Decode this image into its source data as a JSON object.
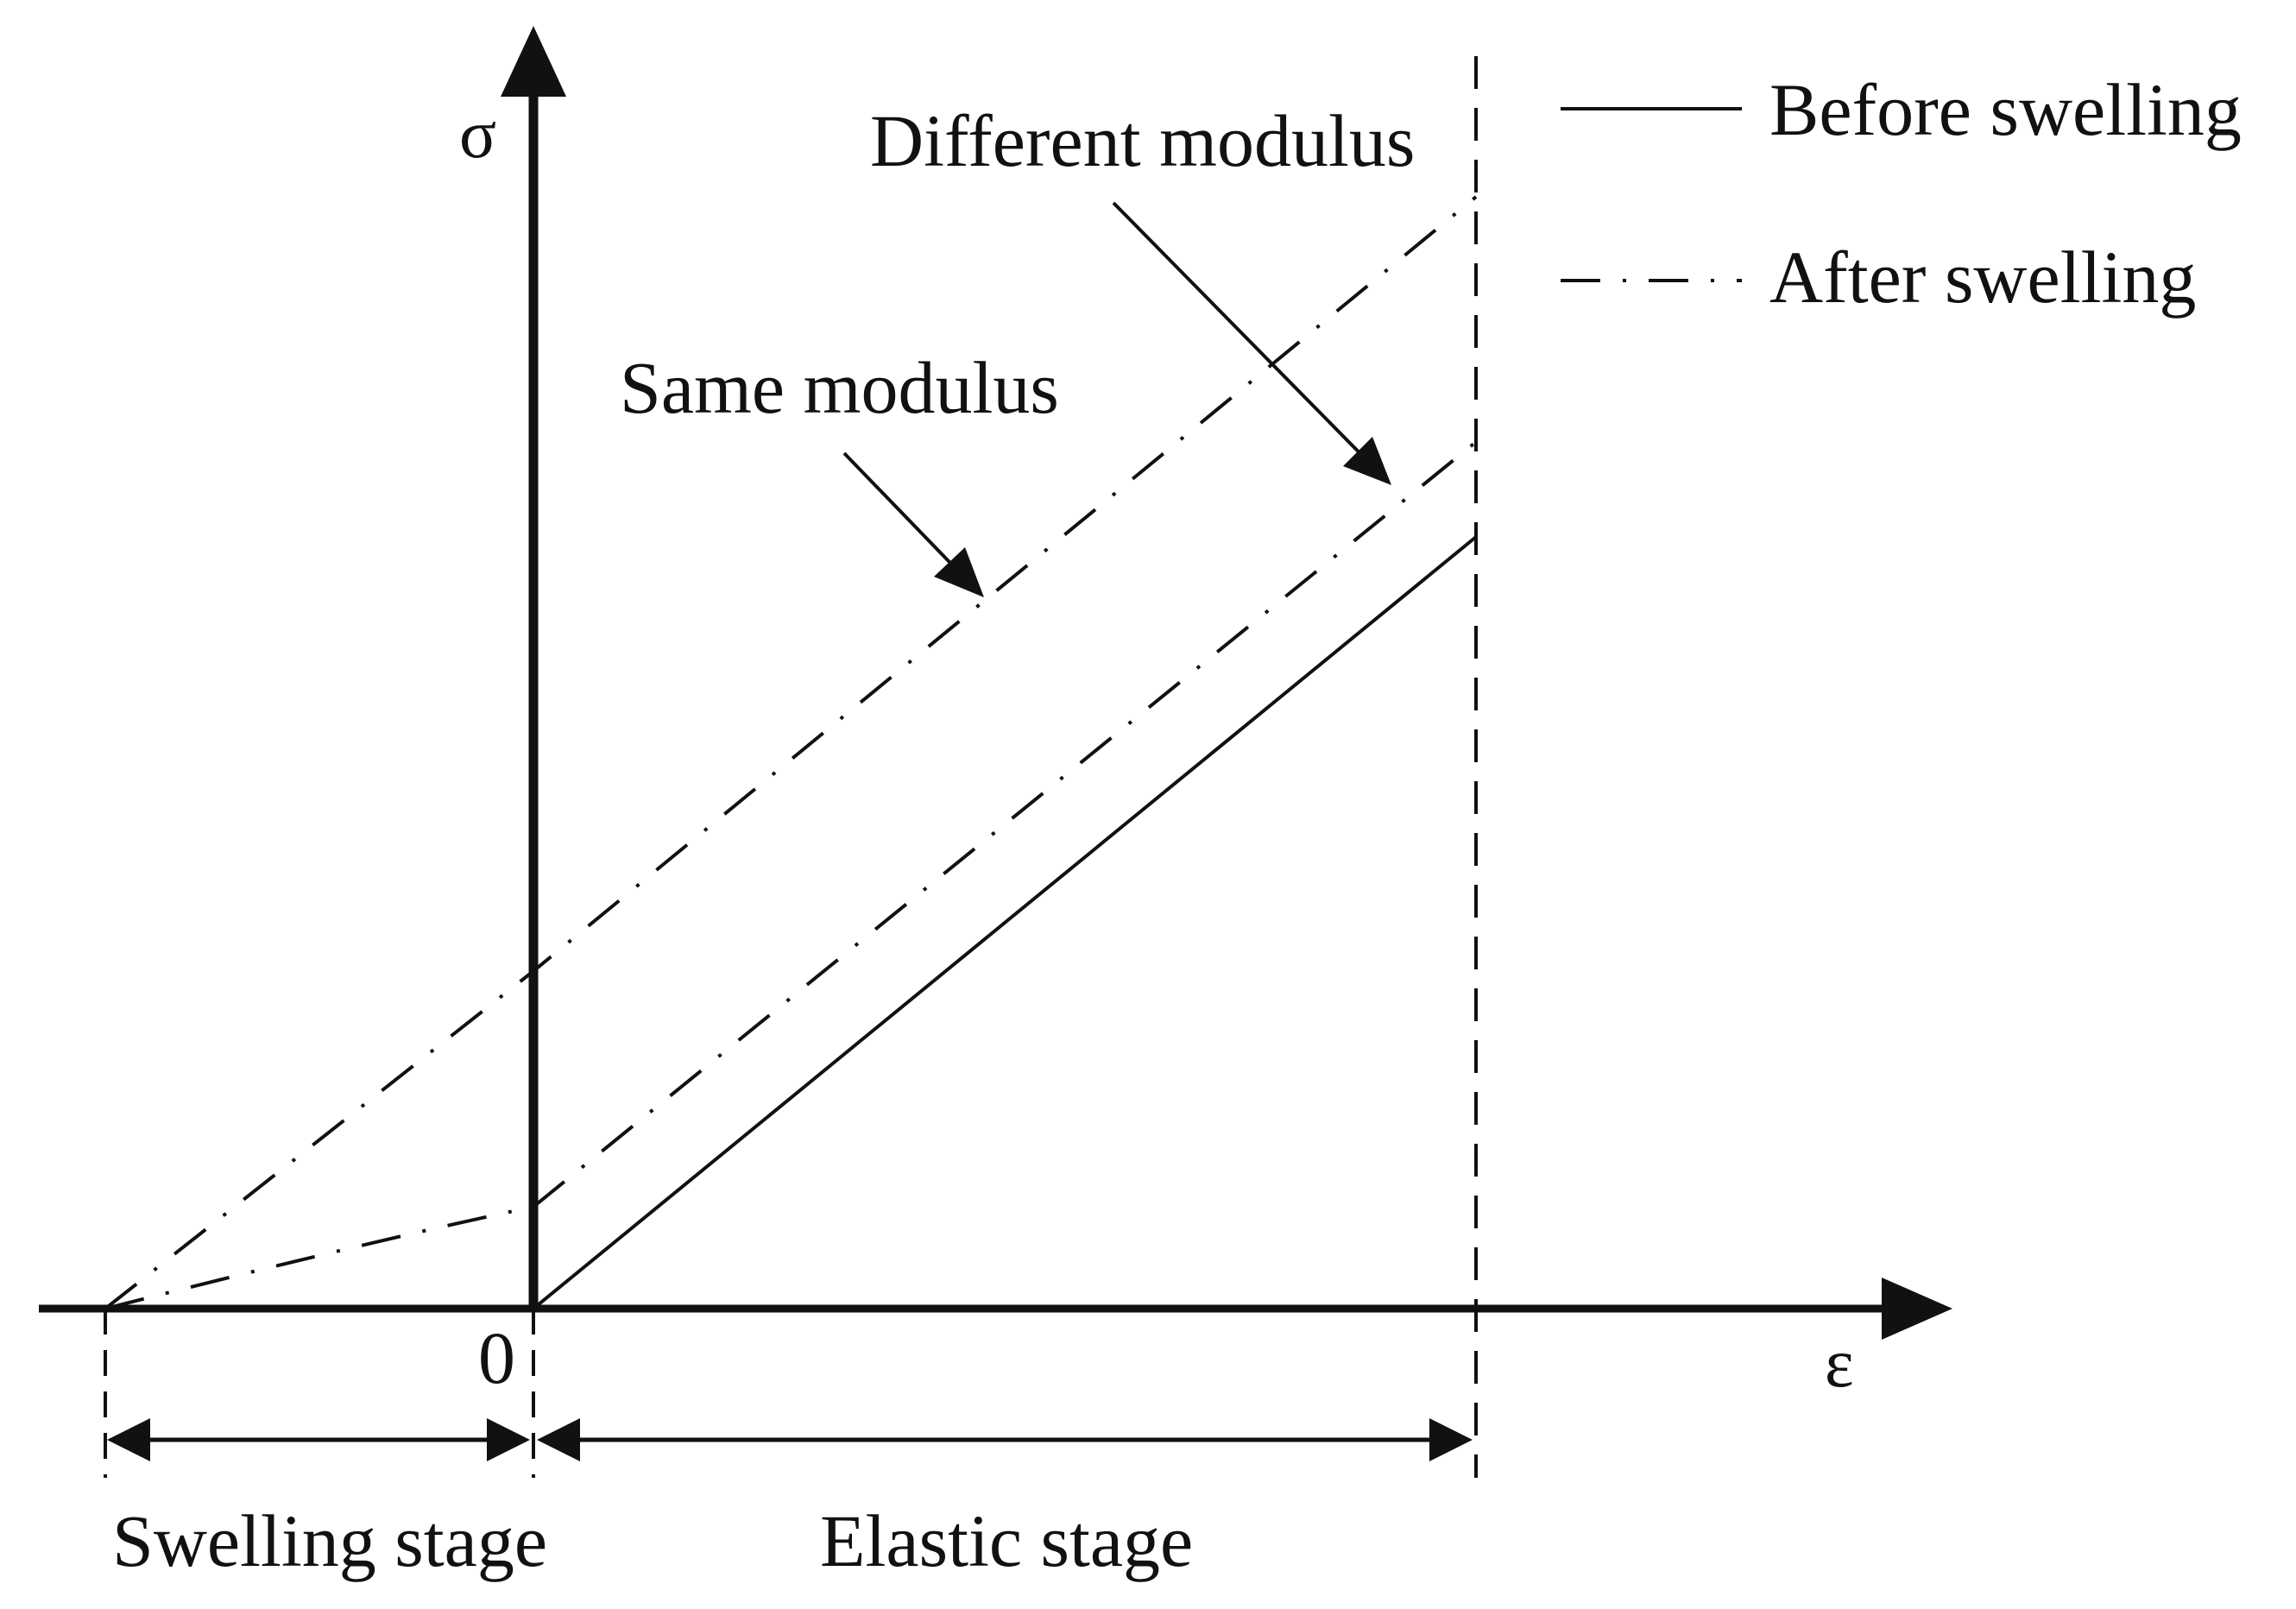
{
  "axes": {
    "y_symbol": "σ",
    "x_symbol": "ε",
    "origin_label": "0"
  },
  "legend": {
    "items": [
      {
        "label": "Before swelling",
        "style": "solid"
      },
      {
        "label": "After swelling",
        "style": "dash-dot"
      }
    ]
  },
  "annotations": {
    "different_modulus": "Different modulus",
    "same_modulus": "Same modulus"
  },
  "stages": {
    "swelling": "Swelling stage",
    "elastic": "Elastic stage"
  },
  "colors": {
    "ink": "#111111",
    "background": "#ffffff"
  }
}
